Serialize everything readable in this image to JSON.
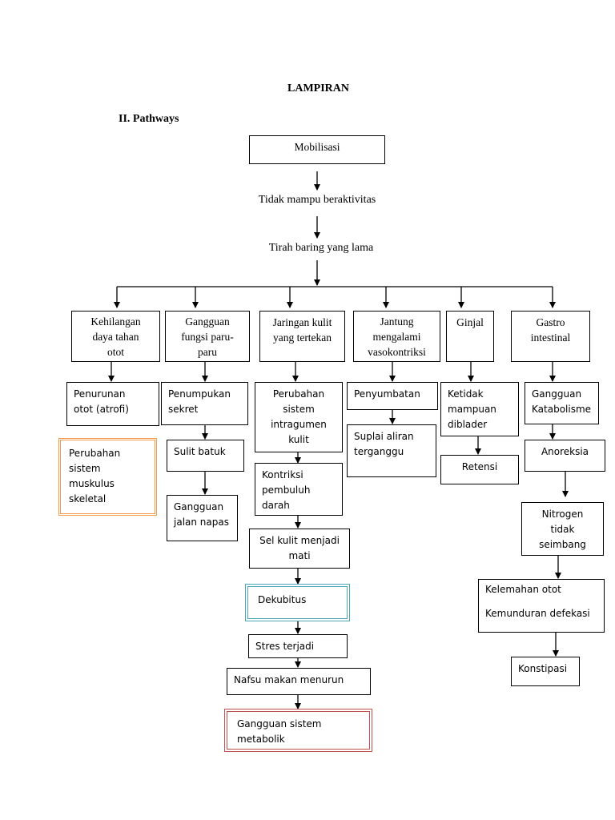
{
  "header": {
    "title": "LAMPIRAN",
    "section": "II. Pathways"
  },
  "top_chain": {
    "mobilisasi": "Mobilisasi",
    "tidak_mampu": "Tidak mampu beraktivitas",
    "tirah_baring": "Tirah baring yang lama"
  },
  "categories": [
    "Kehilangan\ndaya tahan\notot",
    "Gangguan\nfungsi paru-\nparu",
    "Jaringan kulit\nyang tertekan",
    "Jantung\nmengalami\nvasokontriksi",
    "Ginjal",
    "Gastro\nintestinal"
  ],
  "col1": {
    "penurunan": "Penurunan\notot (atrofi)",
    "perubahan": "Perubahan\nsistem\nmuskulus\nskeletal"
  },
  "col2": {
    "penumpukan": "Penumpukan\nsekret",
    "sulit_batuk": "Sulit batuk",
    "gangguan_jalan": "Gangguan\njalan napas"
  },
  "col3": {
    "perubahan_intra": "Perubahan\nsistem\nintragumen\nkulit",
    "kontriksi": "Kontriksi\npembuluh\ndarah",
    "sel_kulit": "Sel kulit menjadi\nmati",
    "dekubitus": "Dekubitus",
    "stres": "Stres terjadi",
    "nafsu": "Nafsu makan menurun",
    "metabolik": "Gangguan sistem\nmetabolik"
  },
  "col4": {
    "penyumbatan": "Penyumbatan",
    "suplai": "Suplai aliran\nterganggu"
  },
  "col5": {
    "ketidak": "Ketidak\nmampuan\ndiblader",
    "retensi": "Retensi"
  },
  "col6": {
    "gangguan_katabolisme": "Gangguan\nKatabolisme",
    "anoreksia": "Anoreksia",
    "nitrogen": "Nitrogen\ntidak\nseimbang",
    "kelemahan": "Kelemahan otot\n\nKemunduran defekasi",
    "konstipasi": "Konstipasi"
  },
  "colors": {
    "orange": "#f39a4b",
    "teal": "#4aa6b8",
    "red": "#c0504d",
    "line": "#000000"
  }
}
